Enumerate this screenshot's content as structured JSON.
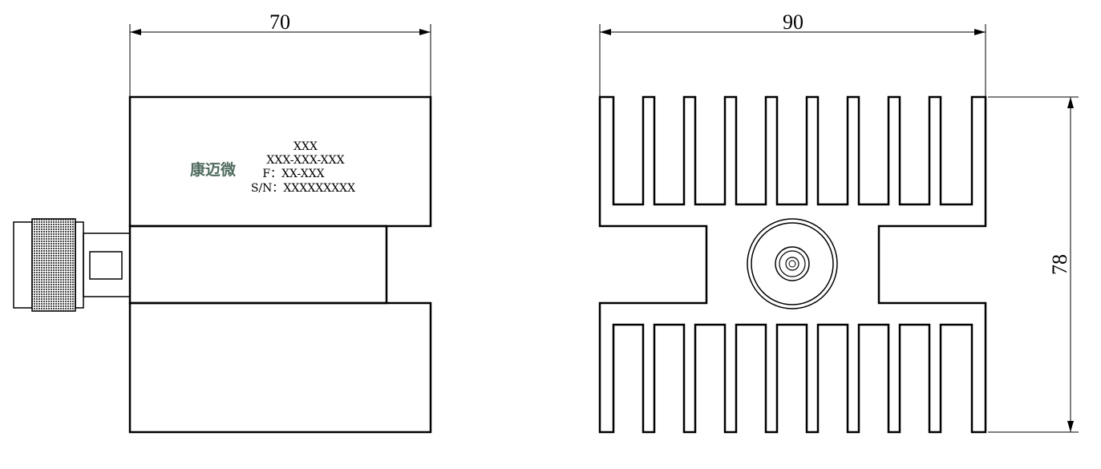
{
  "dimensions": {
    "side_width": "70",
    "front_width": "90",
    "front_height": "78"
  },
  "label": {
    "brand": "康迈微",
    "line1": "XXX",
    "line2": "XXX-XXX-XXX",
    "line3": "F：XX-XXX",
    "line4": "S/N：XXXXXXXXX"
  },
  "colors": {
    "line": "#000000",
    "brand": "#4f6b5e",
    "knurl": "#5a5a5a"
  }
}
